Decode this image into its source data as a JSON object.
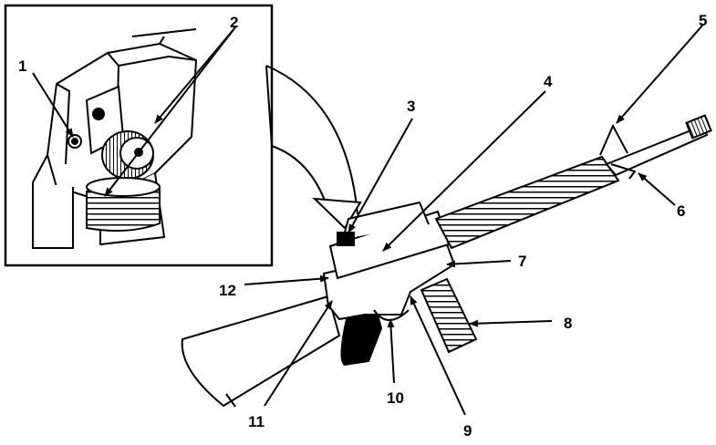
{
  "figure": {
    "subject": "rifle-with-rear-sight-detail",
    "line_color": "#000000",
    "background": "#ffffff"
  },
  "callouts": [
    {
      "id": "1",
      "label": "1"
    },
    {
      "id": "2",
      "label": "2"
    },
    {
      "id": "3",
      "label": "3"
    },
    {
      "id": "4",
      "label": "4"
    },
    {
      "id": "5",
      "label": "5"
    },
    {
      "id": "6",
      "label": "6"
    },
    {
      "id": "7",
      "label": "7"
    },
    {
      "id": "8",
      "label": "8"
    },
    {
      "id": "9",
      "label": "9"
    },
    {
      "id": "10",
      "label": "10"
    },
    {
      "id": "11",
      "label": "11"
    },
    {
      "id": "12",
      "label": "12"
    }
  ]
}
